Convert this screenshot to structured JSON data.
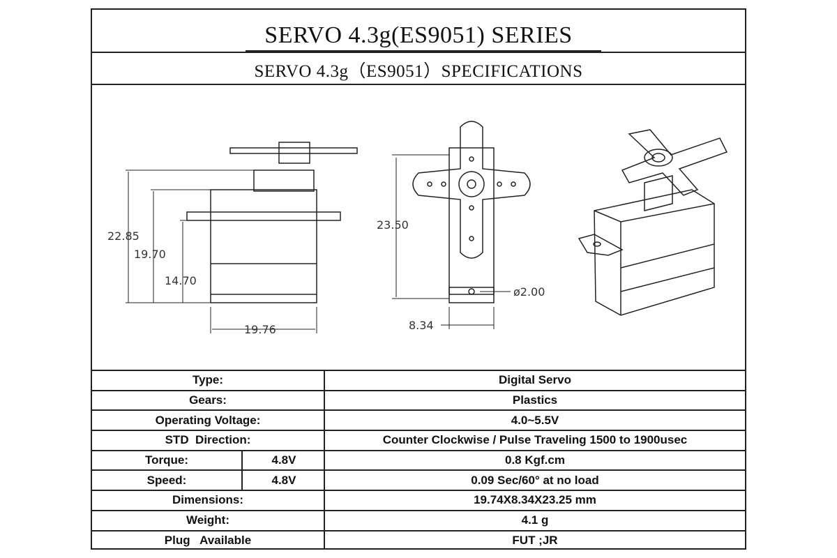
{
  "header": {
    "title": "SERVO 4.3g(ES9051) SERIES",
    "subtitle": "SERVO 4.3g（ES9051）SPECIFICATIONS"
  },
  "drawing": {
    "dims": {
      "height_total": "22.85",
      "height_case": "19.70",
      "height_mount": "14.70",
      "width": "19.76",
      "height_front": "23.50",
      "hole_diameter": "ø2.00",
      "depth": "8.34"
    }
  },
  "specs": {
    "type": {
      "label": "Type:",
      "value": "Digital Servo"
    },
    "gears": {
      "label": "Gears:",
      "value": "Plastics"
    },
    "voltage": {
      "label": "Operating Voltage:",
      "value": "4.0~5.5V"
    },
    "direction": {
      "label": "STD  Direction:",
      "value": "Counter Clockwise / Pulse Traveling 1500 to 1900usec"
    },
    "torque": {
      "label": "Torque:",
      "sub": "4.8V",
      "value": "0.8 Kgf.cm"
    },
    "speed": {
      "label": "Speed:",
      "sub": "4.8V",
      "value": "0.09 Sec/60° at no load"
    },
    "dimensions": {
      "label": "Dimensions:",
      "value": "19.74X8.34X23.25 mm"
    },
    "weight": {
      "label": "Weight:",
      "value": "4.1 g"
    },
    "plug": {
      "label": "Plug   Available",
      "value": "FUT ;JR"
    }
  }
}
